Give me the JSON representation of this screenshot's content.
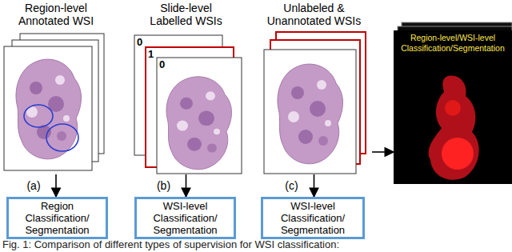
{
  "diagram": {
    "caption": "Fig. 1: Comparison of different types of supervision for WSI classification:",
    "nodes": [
      {
        "text": [
          "Region-level Annotated WSI"
        ]
      },
      {
        "text": [
          "Slide-level Labelled WSIs"
        ]
      },
      {
        "text": [
          "Unlabeled & Unannotated WSIs"
        ]
      },
      {
        "text": [
          "Region Classification/ Segmentation"
        ]
      },
      {
        "text": [
          "WSI-level Classification/ Segmentation"
        ]
      },
      {
        "text": [
          "WSI-level Classification/ Segmentation"
        ]
      },
      {
        "text": [
          "Region-level/WSI-level Classification/Segmentation"
        ]
      }
    ],
    "edges": [
      {
        "from": 0,
        "to": 3,
        "label": "(a)",
        "arrow": "to"
      },
      {
        "from": 1,
        "to": 4,
        "label": "(b)",
        "arrow": "to"
      },
      {
        "from": 2,
        "to": 5,
        "label": "(c)",
        "arrow": "to"
      },
      {
        "from": 2,
        "to": 6,
        "arrow": "to"
      }
    ],
    "labels": [
      "0",
      "1",
      "0"
    ]
  }
}
